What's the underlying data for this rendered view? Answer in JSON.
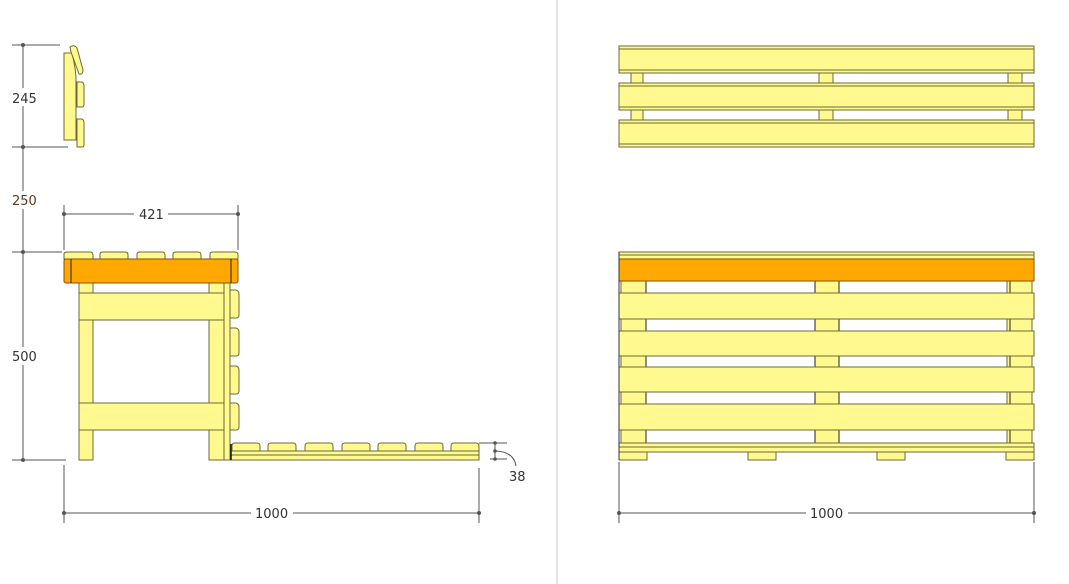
{
  "dimensions": {
    "backrest_height": "245",
    "backrest_gap": "250",
    "seat_height": "500",
    "seat_depth": "421",
    "side_length": "1000",
    "board_thickness": "38",
    "front_length": "1000"
  },
  "colors": {
    "wood": "#fff98f",
    "beam": "#ffa800",
    "outline": "#6b6b3a",
    "dimension_line": "#555555"
  }
}
